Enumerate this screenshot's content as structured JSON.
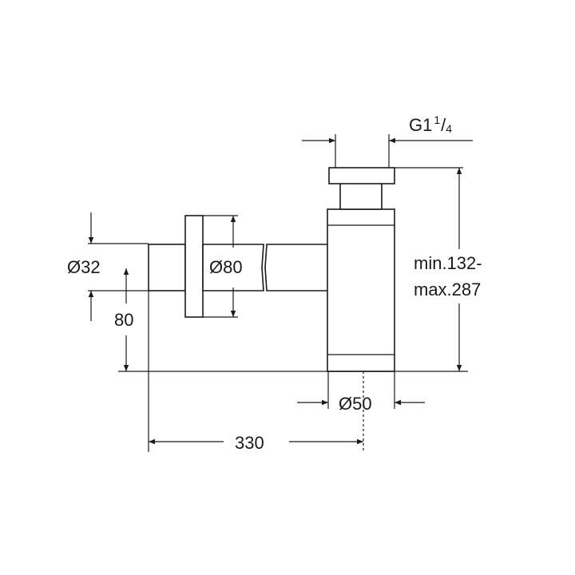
{
  "drawing": {
    "dims": {
      "thread": "G1",
      "thread_num": "1",
      "thread_den": "4",
      "pipe_diameter": "Ø32",
      "rosette_diameter": "Ø80",
      "height_range_line1": "min.132-",
      "height_range_line2": "max.287",
      "outlet_height": "80",
      "body_diameter": "Ø50",
      "wall_distance": "330"
    }
  }
}
